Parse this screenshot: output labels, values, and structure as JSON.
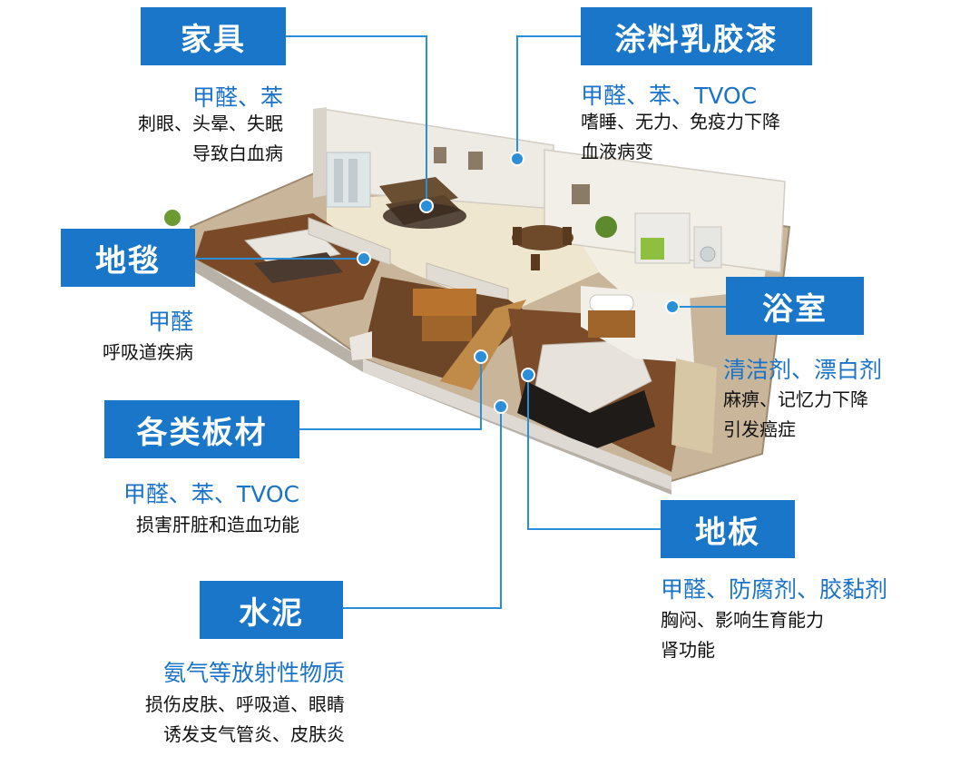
{
  "labels": {
    "furniture": {
      "title": "家具",
      "hazards": "甲醛、苯",
      "effects": [
        "刺眼、头晕、失眠",
        "导致白血病"
      ]
    },
    "paint": {
      "title": "涂料乳胶漆",
      "hazards": "甲醛、苯、TVOC",
      "effects": [
        "嗜睡、无力、免疫力下降",
        "血液病变"
      ]
    },
    "carpet": {
      "title": "地毯",
      "hazards": "甲醛",
      "effects": [
        "呼吸道疾病"
      ]
    },
    "bathroom": {
      "title": "浴室",
      "hazards": "清洁剂、漂白剂",
      "effects": [
        "麻痹、记忆力下降",
        "引发癌症"
      ]
    },
    "boards": {
      "title": "各类板材",
      "hazards": "甲醛、苯、TVOC",
      "effects": [
        "损害肝脏和造血功能"
      ]
    },
    "floor": {
      "title": "地板",
      "hazards": "甲醛、防腐剂、胶黏剂",
      "effects": [
        "胸闷、影响生育能力",
        "肾功能"
      ]
    },
    "cement": {
      "title": "水泥",
      "hazards": "氨气等放射性物质",
      "effects": [
        "损伤皮肤、呼吸道、眼睛",
        "诱发支气管炎、皮肤炎"
      ]
    }
  },
  "colors": {
    "label_bg": "#1976c8",
    "hazard_text": "#1a73c8",
    "connector": "#2a8fd8"
  }
}
